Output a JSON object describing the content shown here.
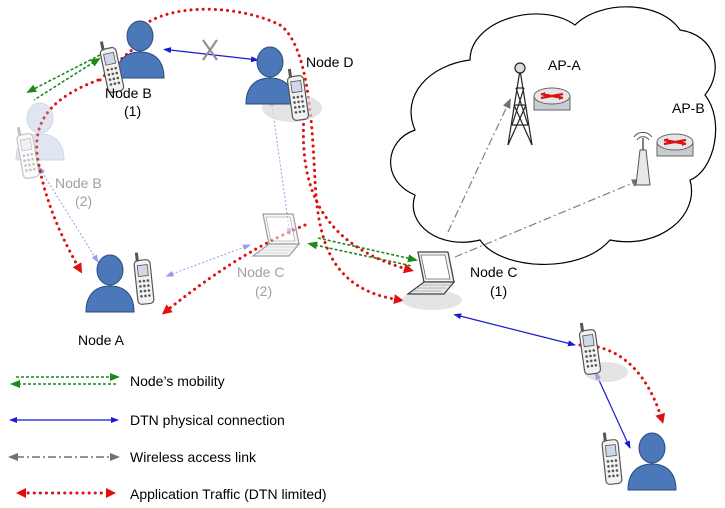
{
  "nodes": {
    "node_b": {
      "name": "Node B",
      "sub": "(1)"
    },
    "node_b2": {
      "name": "Node B",
      "sub": "(2)"
    },
    "node_d": {
      "name": "Node D"
    },
    "node_c": {
      "name": "Node C",
      "sub": "(1)"
    },
    "node_c2": {
      "name": "Node C",
      "sub": "(2)"
    },
    "node_a": {
      "name": "Node A"
    },
    "ap_a": {
      "name": "AP-A"
    },
    "ap_b": {
      "name": "AP-B"
    }
  },
  "legend": {
    "mobility": "Node’s mobility",
    "dtn": "DTN physical connection",
    "wireless": "Wireless access link",
    "traffic": "Application Traffic (DTN limited)"
  },
  "colors": {
    "mobility": "#1a8a1a",
    "dtn": "#1a1ad0",
    "wireless": "#808080",
    "traffic": "#e01010",
    "person": "#4a78b8"
  }
}
